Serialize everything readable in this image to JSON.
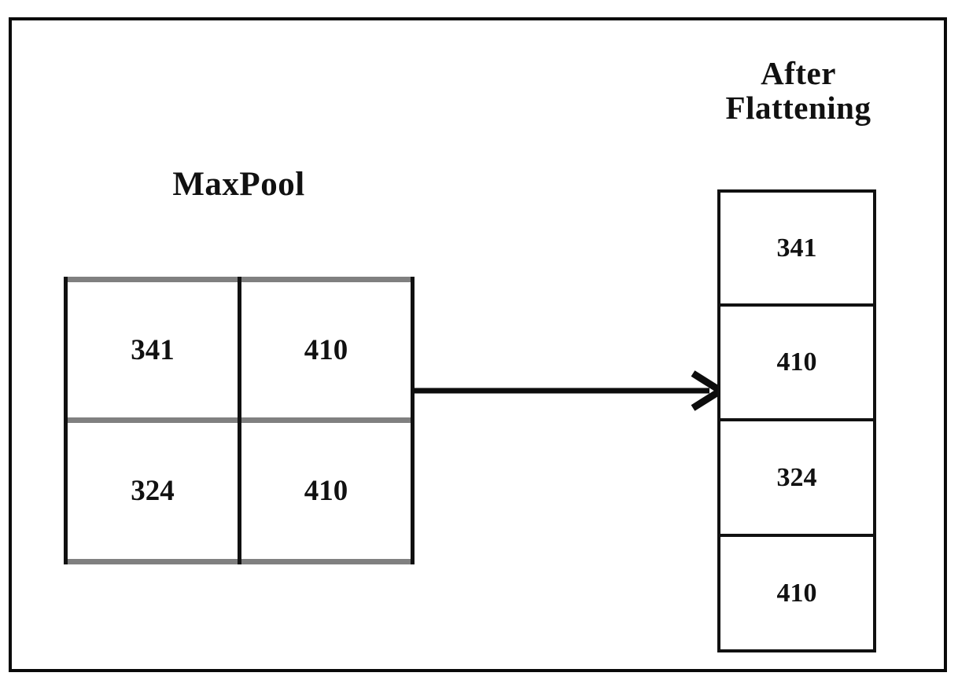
{
  "diagram": {
    "title_left": "MaxPool",
    "title_right_line1": "After",
    "title_right_line2": "Flattening",
    "arrow_icon": "right-arrow-icon",
    "colors": {
      "frame": "#0a0a0a",
      "grid_horizontal": "#808080",
      "grid_vertical": "#111111",
      "column_border": "#111111",
      "text": "#111111",
      "background": "#ffffff"
    },
    "maxpool_matrix": {
      "rows": 2,
      "cols": 2,
      "cells": [
        [
          "341",
          "410"
        ],
        [
          "324",
          "410"
        ]
      ]
    },
    "flattened_vector": {
      "length": 4,
      "cells": [
        "341",
        "410",
        "324",
        "410"
      ]
    }
  }
}
